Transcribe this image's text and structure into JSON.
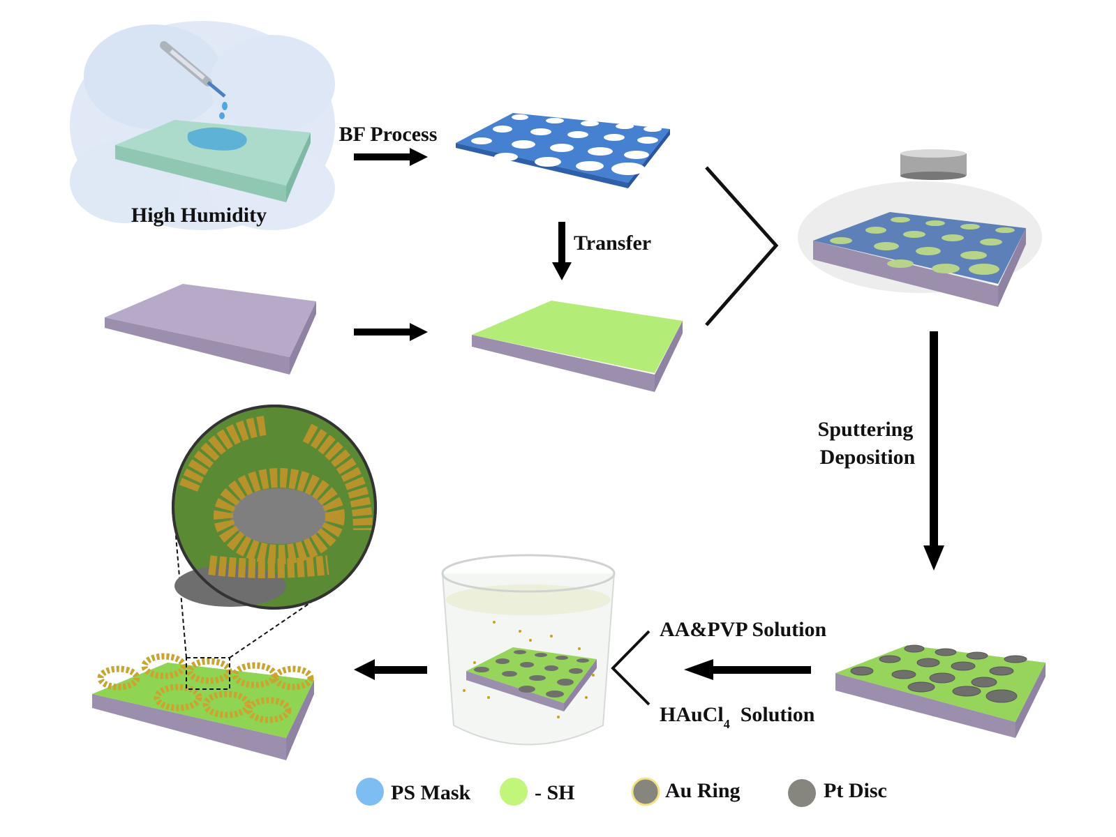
{
  "labels": {
    "high_humidity": "High Humidity",
    "bf_process": "BF Process",
    "transfer": "Transfer",
    "sputtering_line1": "Sputtering",
    "sputtering_line2": "Deposition",
    "aa_pvp": "AA&PVP  Solution",
    "haucl_main": "HAuCl",
    "haucl_sub": "4",
    "haucl_tail": "  Solution"
  },
  "legend": [
    {
      "label": "PS Mask",
      "color": "#7dbdf2"
    },
    {
      "label": "- SH",
      "color": "#c2f67a"
    },
    {
      "label": "Au Ring",
      "color": "#86867f",
      "ring": "#f2e383"
    },
    {
      "label": "Pt Disc",
      "color": "#86867f"
    }
  ],
  "colors": {
    "substrate": "#b5a8c4",
    "mask": "#3f77c9",
    "sh_layer": "#b6ec78",
    "gold": "#c9a530",
    "arrow": "#000000"
  }
}
